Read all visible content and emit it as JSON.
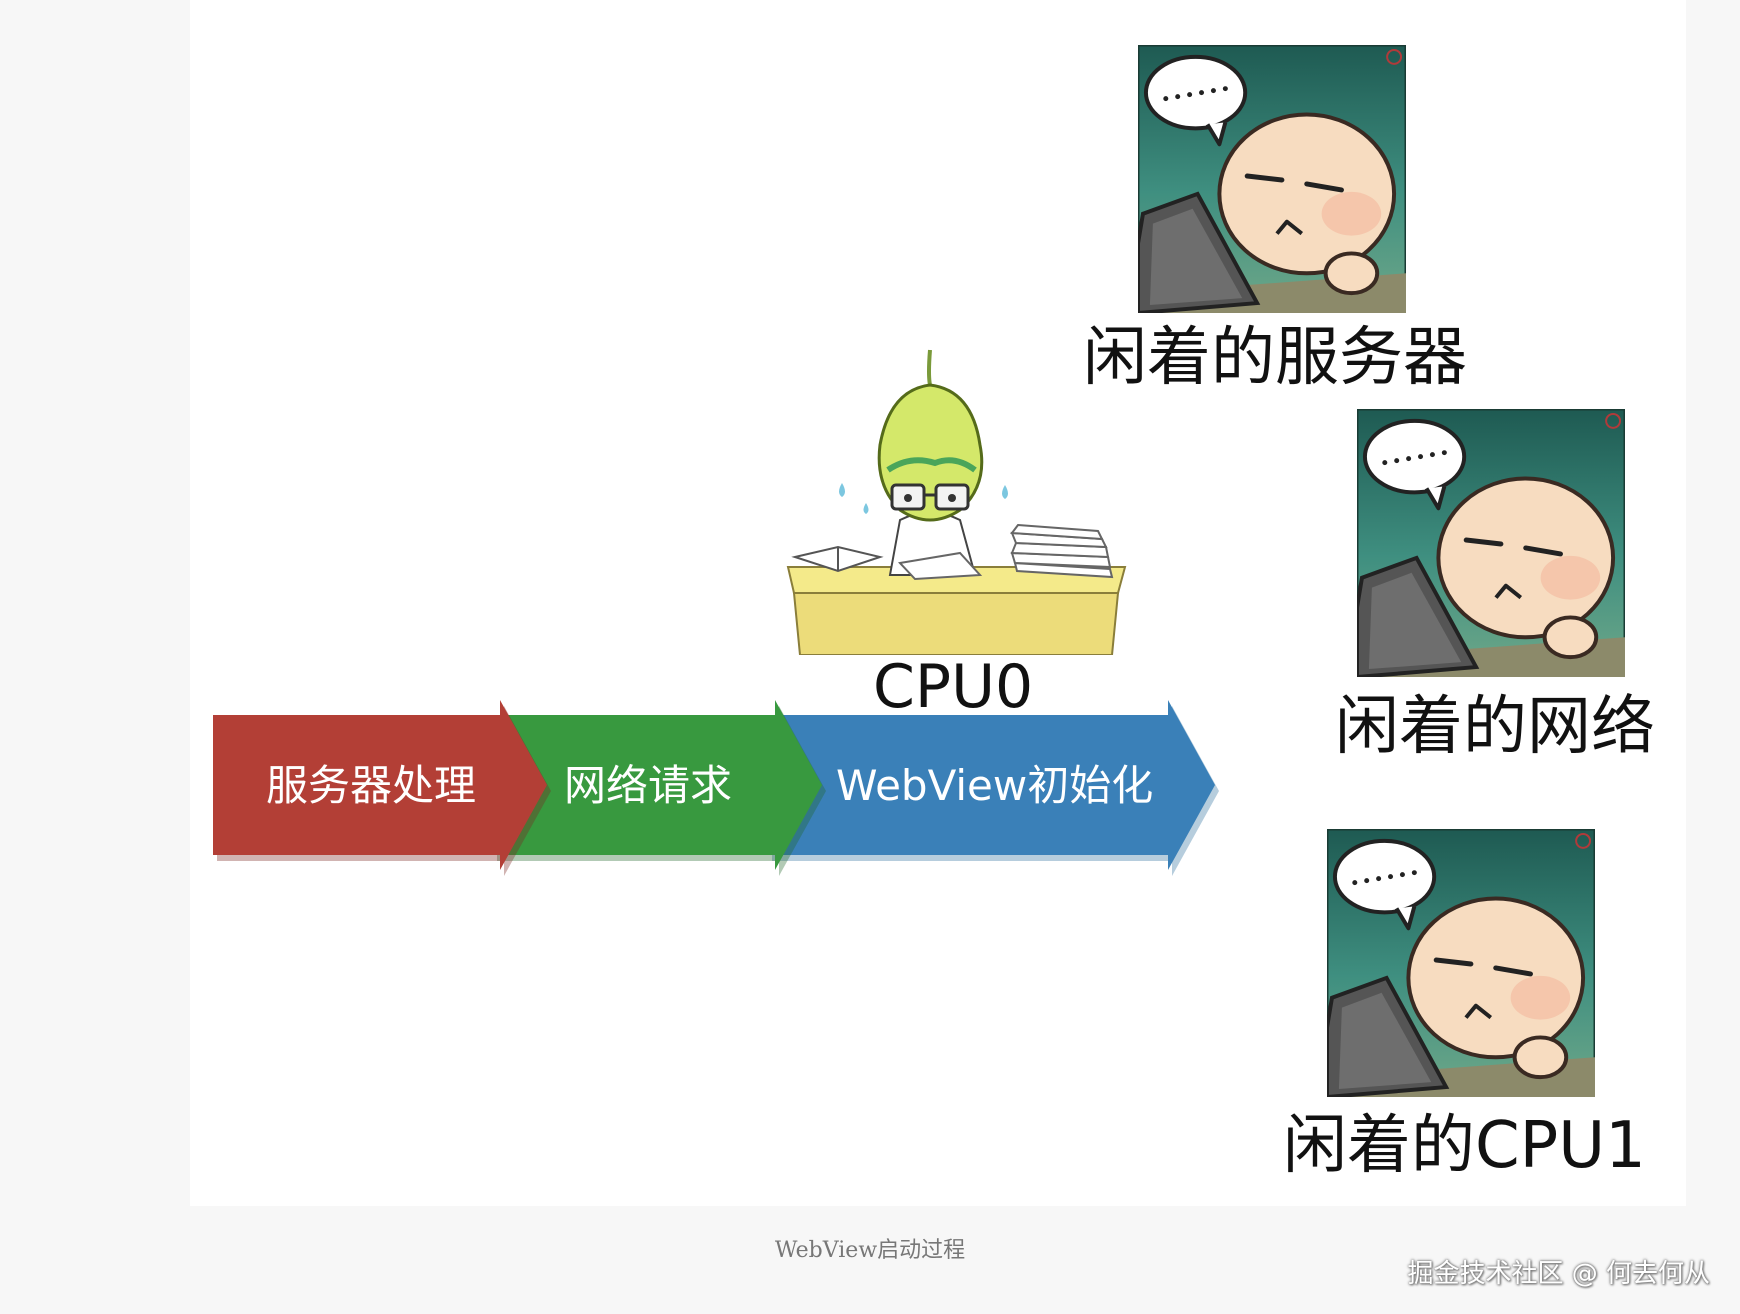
{
  "process_arrows": [
    {
      "label": "服务器处理",
      "color": "#b33f36"
    },
    {
      "label": "网络请求",
      "color": "#38993f"
    },
    {
      "label": "WebView初始化",
      "color": "#3a80b8"
    }
  ],
  "cpu0_label": "CPU0",
  "idle_labels": [
    "闲着的服务器",
    "闲着的网络",
    "闲着的CPU1"
  ],
  "speech_dots": "......",
  "caption": "WebView启动过程",
  "watermark": "掘金技术社区 @ 何去何从"
}
